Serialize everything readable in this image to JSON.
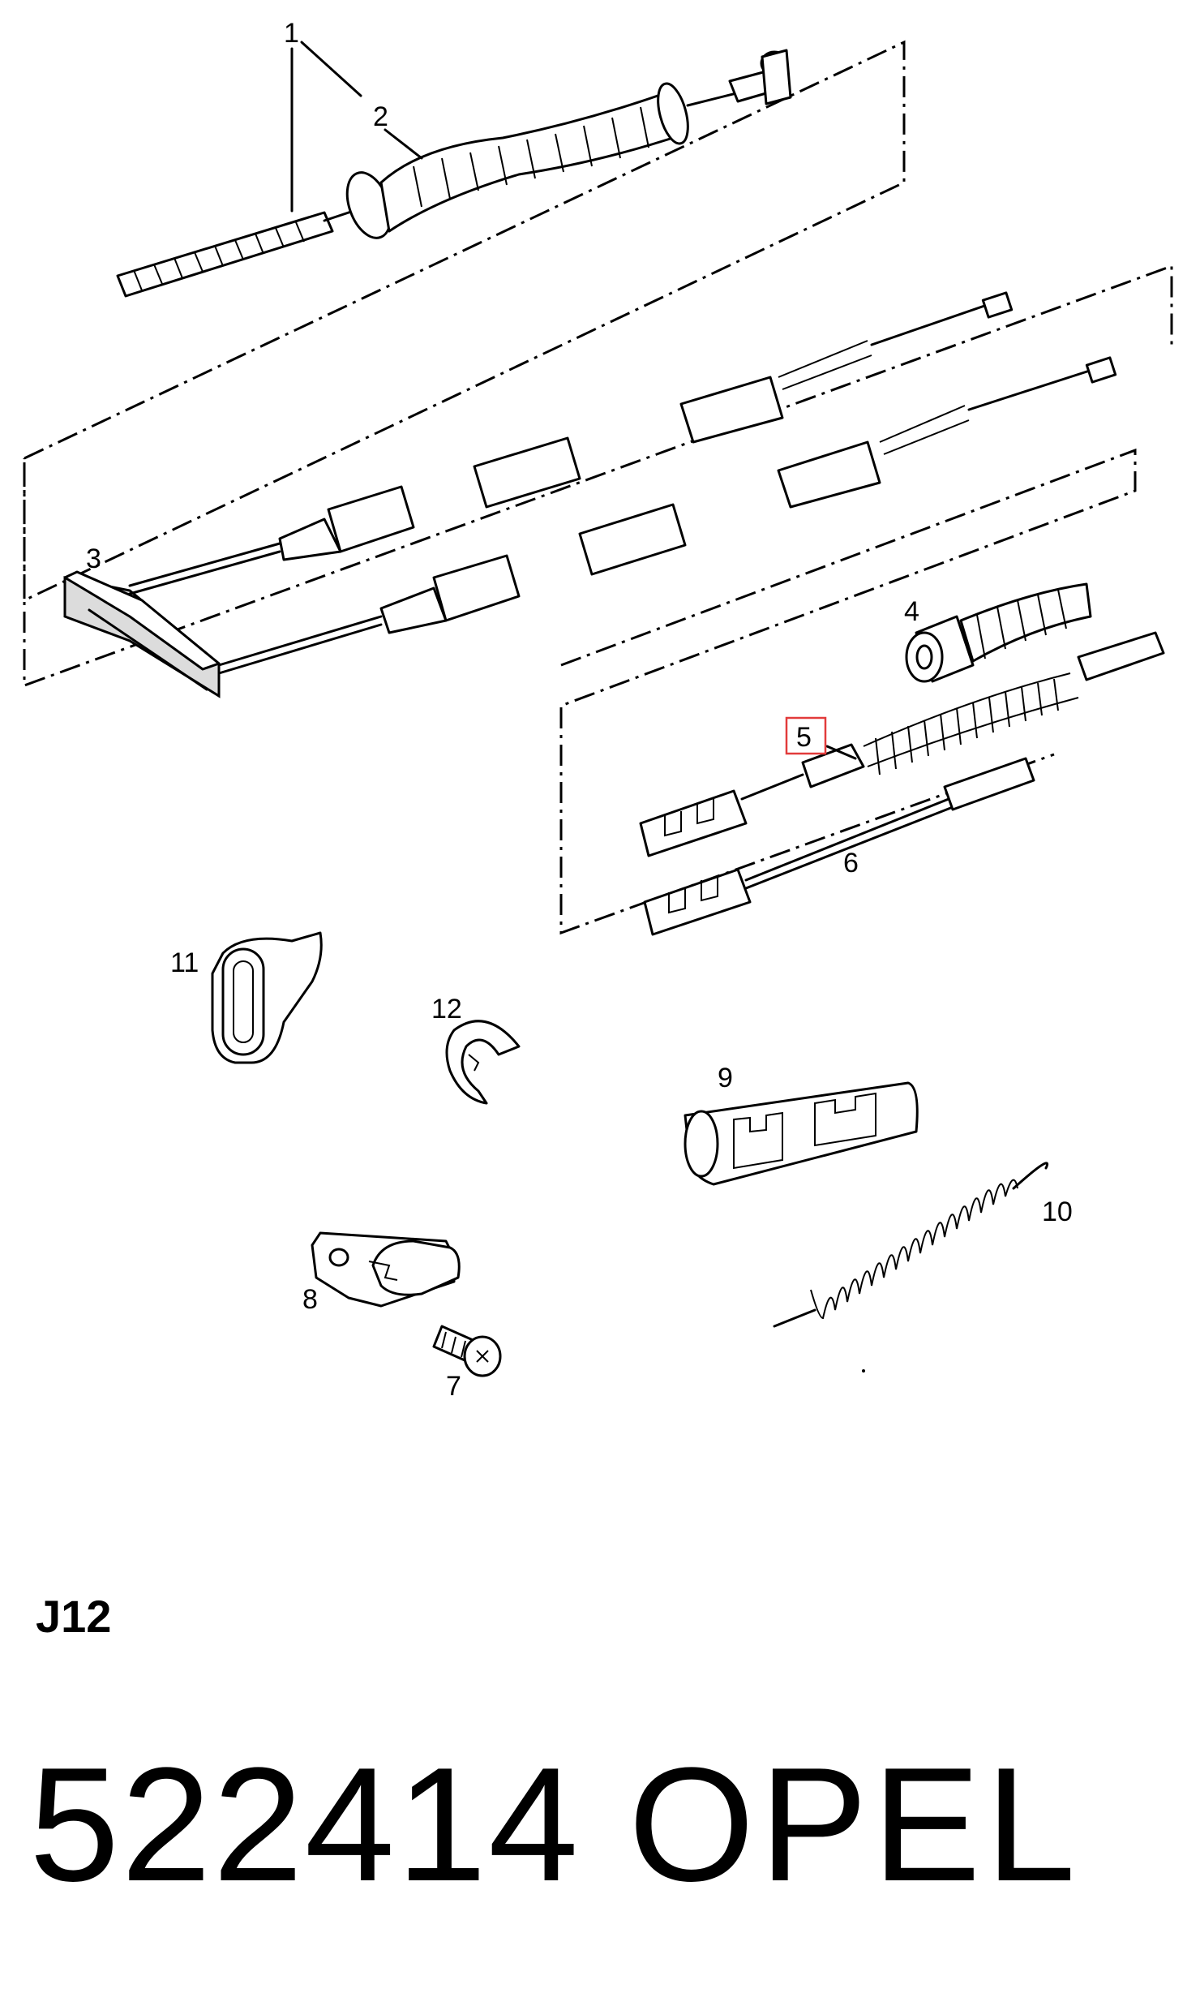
{
  "diagram": {
    "callouts": {
      "c1": "1",
      "c2": "2",
      "c3": "3",
      "c4": "4",
      "c5": "5",
      "c6": "6",
      "c7": "7",
      "c8": "8",
      "c9": "9",
      "c10": "10",
      "c11": "11",
      "c12": "12"
    },
    "highlight_color": "#e23b3b"
  },
  "footer": {
    "group_code": "J12",
    "part_number": "522414",
    "brand": "OPEL"
  }
}
